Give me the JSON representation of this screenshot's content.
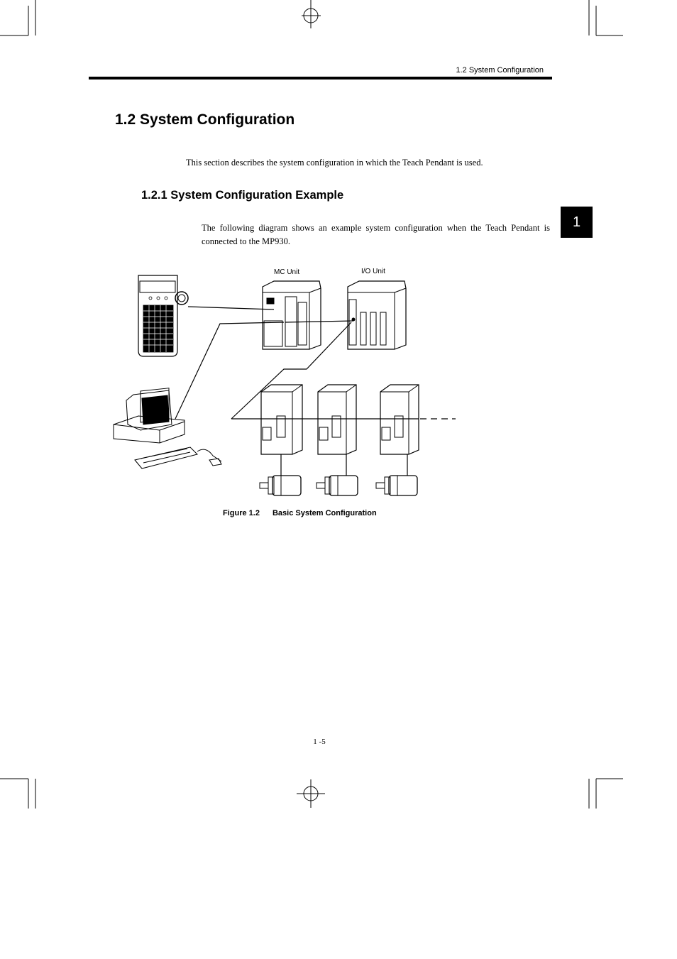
{
  "running_header": "1.2  System Configuration",
  "section_title": "1.2  System Configuration",
  "intro_text": "This section describes the system configuration in which the Teach Pendant is used.",
  "subsection_title": "1.2.1  System Configuration Example",
  "paragraph": "The following diagram shows an example system configuration when the Teach Pendant is connected to the MP930.",
  "chapter_tab": "1",
  "diagram": {
    "mc_unit_label": "MC Unit",
    "io_unit_label": "I/O Unit"
  },
  "figure": {
    "number": "Figure 1.2",
    "title": "Basic System Configuration"
  },
  "page_number": "1 -5"
}
